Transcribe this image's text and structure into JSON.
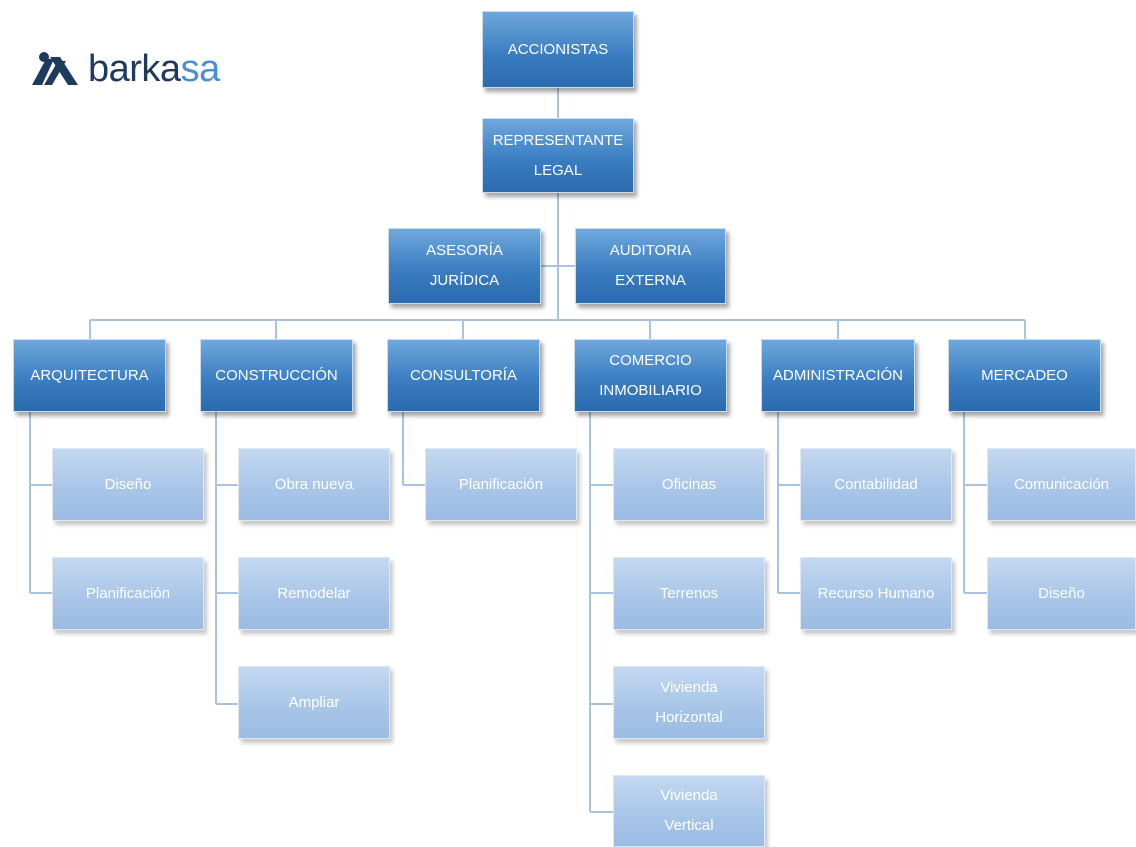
{
  "logo": {
    "text_dark": "barka",
    "text_light": "sa",
    "icon": "barkasa-x-logo-icon",
    "colors": {
      "dark": "#1f3a5f",
      "light": "#4a8fd6"
    }
  },
  "nodes": {
    "accionistas": "ACCIONISTAS",
    "representante": "REPRESENTANTE\nLEGAL",
    "asesoria": "ASESORÍA\nJURÍDICA",
    "auditoria": "AUDITORIA\nEXTERNA",
    "arquitectura": "ARQUITECTURA",
    "construccion": "CONSTRUCCIÓN",
    "consultoria": "CONSULTORÍA",
    "comercio": "COMERCIO\nINMOBILIARIO",
    "administracion": "ADMINISTRACIÓN",
    "mercadeo": "MERCADEO",
    "arq_diseno": "Diseño",
    "arq_planificacion": "Planificación",
    "con_obra_nueva": "Obra nueva",
    "con_remodelar": "Remodelar",
    "con_ampliar": "Ampliar",
    "cons_planificacion": "Planificación",
    "com_oficinas": "Oficinas",
    "com_terrenos": "Terrenos",
    "com_vivienda_h": "Vivienda\nHorizontal",
    "com_vivienda_v": "Vivienda\nVertical",
    "adm_contabilidad": "Contabilidad",
    "adm_recurso_humano": "Recurso Humano",
    "mer_comunicacion": "Comunicación",
    "mer_diseno": "Diseño"
  },
  "colors": {
    "dark_box": "#3b7ec2",
    "light_box": "#a9c6e8",
    "connector": "#a9c4e2"
  }
}
